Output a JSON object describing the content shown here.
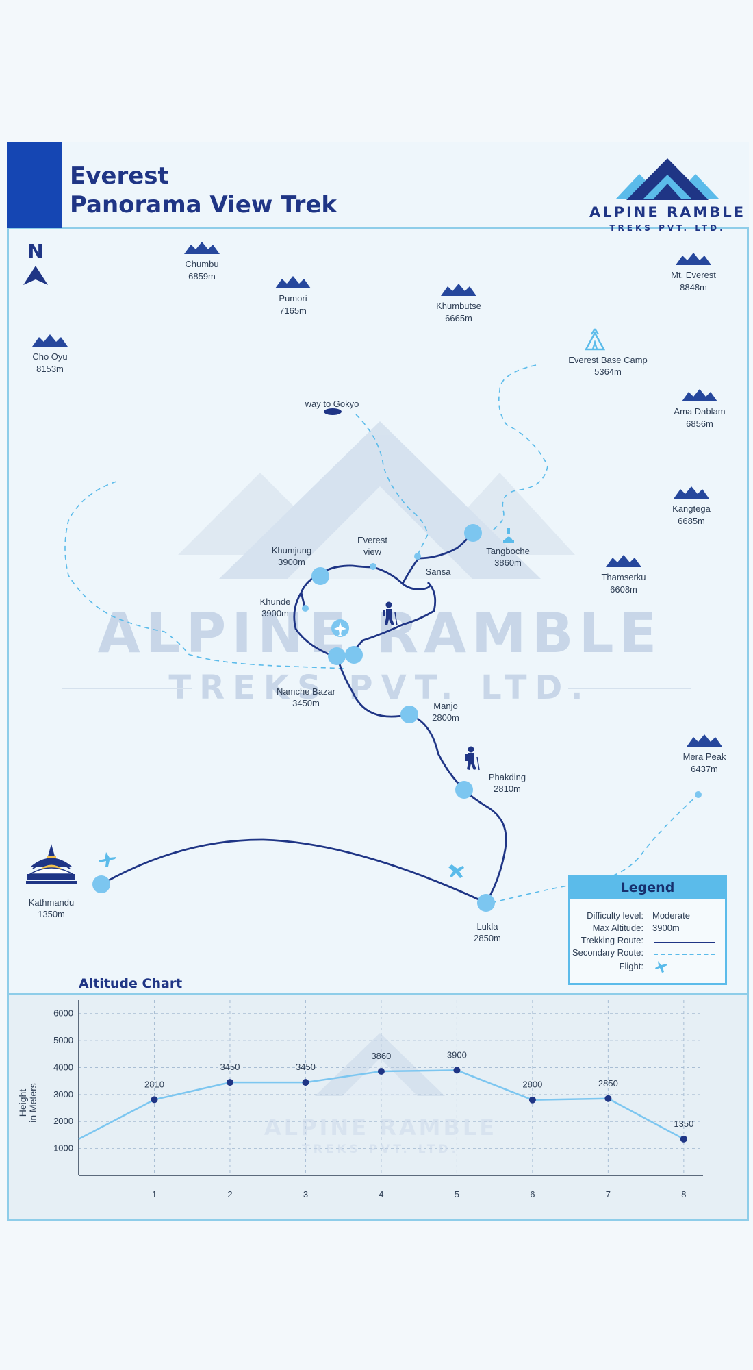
{
  "header": {
    "title_line1": "Everest",
    "title_line2": "Panorama View Trek",
    "logo_line1": "ALPINE RAMBLE",
    "logo_line2": "TREKS PVT. LTD."
  },
  "compass": {
    "label": "N"
  },
  "watermark": {
    "line1": "ALPINE RAMBLE",
    "line2": "TREKS PVT. LTD."
  },
  "peaks": [
    {
      "name": "Chumbu",
      "height": "6859m"
    },
    {
      "name": "Pumori",
      "height": "7165m"
    },
    {
      "name": "Khumbutse",
      "height": "6665m"
    },
    {
      "name": "Mt. Everest",
      "height": "8848m"
    },
    {
      "name": "Cho Oyu",
      "height": "8153m"
    },
    {
      "name": "Ama Dablam",
      "height": "6856m"
    },
    {
      "name": "Kangtega",
      "height": "6685m"
    },
    {
      "name": "Thamserku",
      "height": "6608m"
    },
    {
      "name": "Mera Peak",
      "height": "6437m"
    }
  ],
  "places": [
    {
      "name": "Everest Base Camp",
      "height": "5364m"
    },
    {
      "name": "way to Gokyo",
      "height": ""
    },
    {
      "name": "Khumjung",
      "height": "3900m"
    },
    {
      "name": "Everest view",
      "height": ""
    },
    {
      "name": "Sansa",
      "height": ""
    },
    {
      "name": "Tangboche",
      "height": "3860m"
    },
    {
      "name": "Khunde",
      "height": "3900m"
    },
    {
      "name": "Namche Bazar",
      "height": "3450m"
    },
    {
      "name": "Manjo",
      "height": "2800m"
    },
    {
      "name": "Phakding",
      "height": "2810m"
    },
    {
      "name": "Kathmandu",
      "height": "1350m"
    },
    {
      "name": "Lukla",
      "height": "2850m"
    }
  ],
  "legend": {
    "title": "Legend",
    "difficulty_label": "Difficulty level:",
    "difficulty_value": "Moderate",
    "altitude_label": "Max Altitude:",
    "altitude_value": "3900m",
    "trekking_label": "Trekking Route:",
    "secondary_label": "Secondary Route:",
    "flight_label": "Flight:"
  },
  "colors": {
    "navy": "#1f3585",
    "route": "#1f3585",
    "secondary": "#5bbbea",
    "accent": "#5bbbea",
    "peak": "#26479c",
    "node": "#7cc6f0"
  },
  "icons": {
    "compass": "north-arrow-icon",
    "peak": "mountain-icon",
    "flight": "airplane-icon",
    "hiker": "hiker-icon",
    "camp": "tent-icon",
    "temple": "stupa-icon"
  },
  "chart_data": {
    "type": "line",
    "title": "Altitude Chart",
    "ylabel": [
      "Height",
      "in Meters"
    ],
    "x": [
      0,
      1,
      2,
      3,
      4,
      5,
      6,
      7,
      8
    ],
    "xticks": [
      1,
      2,
      3,
      4,
      5,
      6,
      7,
      8
    ],
    "yticks": [
      1000,
      2000,
      3000,
      4000,
      5000,
      6000
    ],
    "y": [
      1350,
      2810,
      3450,
      3450,
      3860,
      3900,
      2800,
      2850,
      1350
    ],
    "data_labels": [
      "",
      "2810",
      "3450",
      "3450",
      "3860",
      "3900",
      "2800",
      "2850",
      "1350"
    ],
    "xlim": [
      0,
      8.3
    ],
    "ylim": [
      0,
      6500
    ],
    "grid": true
  }
}
